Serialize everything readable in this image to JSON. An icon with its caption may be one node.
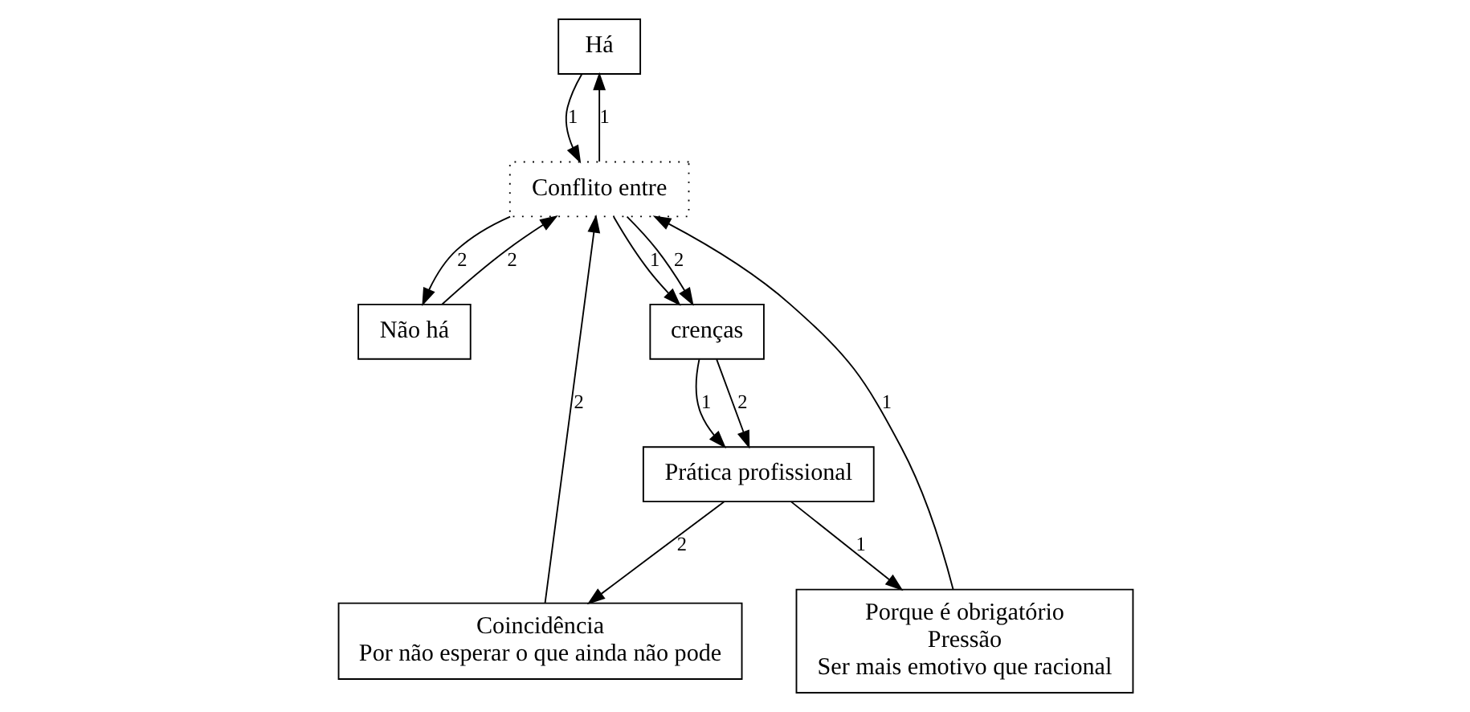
{
  "diagram": {
    "nodes": [
      {
        "text": [
          "Há"
        ]
      },
      {
        "text": [
          "Não há"
        ]
      },
      {
        "text": [
          "Coincidência",
          "Por não esperar o que ainda não pode"
        ]
      },
      {
        "text": [
          "Conflito entre"
        ]
      },
      {
        "text": [
          "crenças"
        ]
      },
      {
        "text": [
          "Prática profissional"
        ]
      },
      {
        "text": [
          "Porque é obrigatório",
          "Pressão",
          "Ser mais emotivo que racional"
        ]
      }
    ],
    "edges": [
      {
        "from": 0,
        "to": 3,
        "arrow": "to",
        "label": "1"
      },
      {
        "from": 3,
        "to": 0,
        "arrow": "to",
        "label": "1"
      },
      {
        "from": 1,
        "to": 3,
        "arrow": "to",
        "label": "2"
      },
      {
        "from": 3,
        "to": 1,
        "arrow": "to",
        "label": "2"
      },
      {
        "from": 2,
        "to": 3,
        "arrow": "to",
        "label": "2"
      },
      {
        "from": 3,
        "to": 4,
        "arrow": "to",
        "label": "1"
      },
      {
        "from": 3,
        "to": 4,
        "arrow": "to",
        "label": "2"
      },
      {
        "from": 4,
        "to": 5,
        "arrow": "to",
        "label": "1"
      },
      {
        "from": 4,
        "to": 5,
        "arrow": "to",
        "label": "2"
      },
      {
        "from": 5,
        "to": 2,
        "arrow": "to",
        "label": "2"
      },
      {
        "from": 5,
        "to": 6,
        "arrow": "to",
        "label": "1"
      },
      {
        "from": 6,
        "to": 3,
        "arrow": "to",
        "label": "1"
      }
    ]
  }
}
